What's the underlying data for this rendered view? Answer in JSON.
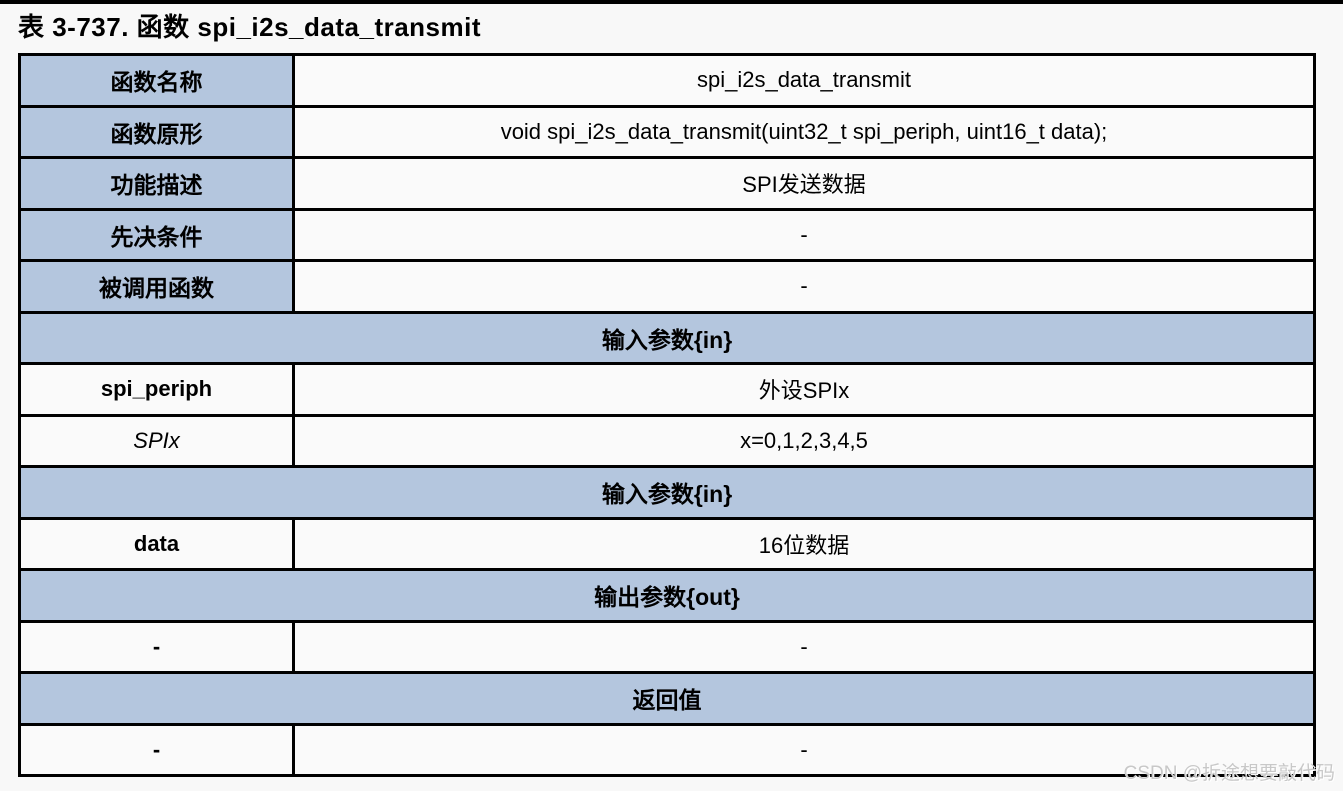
{
  "title": "表 3-737. 函数 spi_i2s_data_transmit",
  "colors": {
    "section_header_bg": "#b4c6de",
    "cell_bg": "#fafafa",
    "border": "#000000",
    "page_bg": "#f8f8f8",
    "watermark_text": "#c8c8c8"
  },
  "table": {
    "rows": [
      {
        "type": "pair",
        "label": "函数名称",
        "value": "spi_i2s_data_transmit"
      },
      {
        "type": "pair",
        "label": "函数原形",
        "value": "void spi_i2s_data_transmit(uint32_t spi_periph, uint16_t data);"
      },
      {
        "type": "pair",
        "label": "功能描述",
        "value": "SPI发送数据"
      },
      {
        "type": "pair",
        "label": "先决条件",
        "value": "-"
      },
      {
        "type": "pair",
        "label": "被调用函数",
        "value": "-"
      },
      {
        "type": "section",
        "label": "输入参数{in}"
      },
      {
        "type": "param",
        "style": "bold",
        "label": "spi_periph",
        "value": "外设SPIx"
      },
      {
        "type": "param",
        "style": "italic",
        "label": "SPIx",
        "value": "x=0,1,2,3,4,5"
      },
      {
        "type": "section",
        "label": "输入参数{in}"
      },
      {
        "type": "param",
        "style": "bold",
        "label": "data",
        "value": "16位数据"
      },
      {
        "type": "section",
        "label": "输出参数{out}"
      },
      {
        "type": "param",
        "style": "bold",
        "label": "-",
        "value": "-"
      },
      {
        "type": "section",
        "label": "返回值"
      },
      {
        "type": "param",
        "style": "bold",
        "label": "-",
        "value": "-"
      }
    ]
  },
  "watermark": "CSDN @拆途想要敲代码"
}
